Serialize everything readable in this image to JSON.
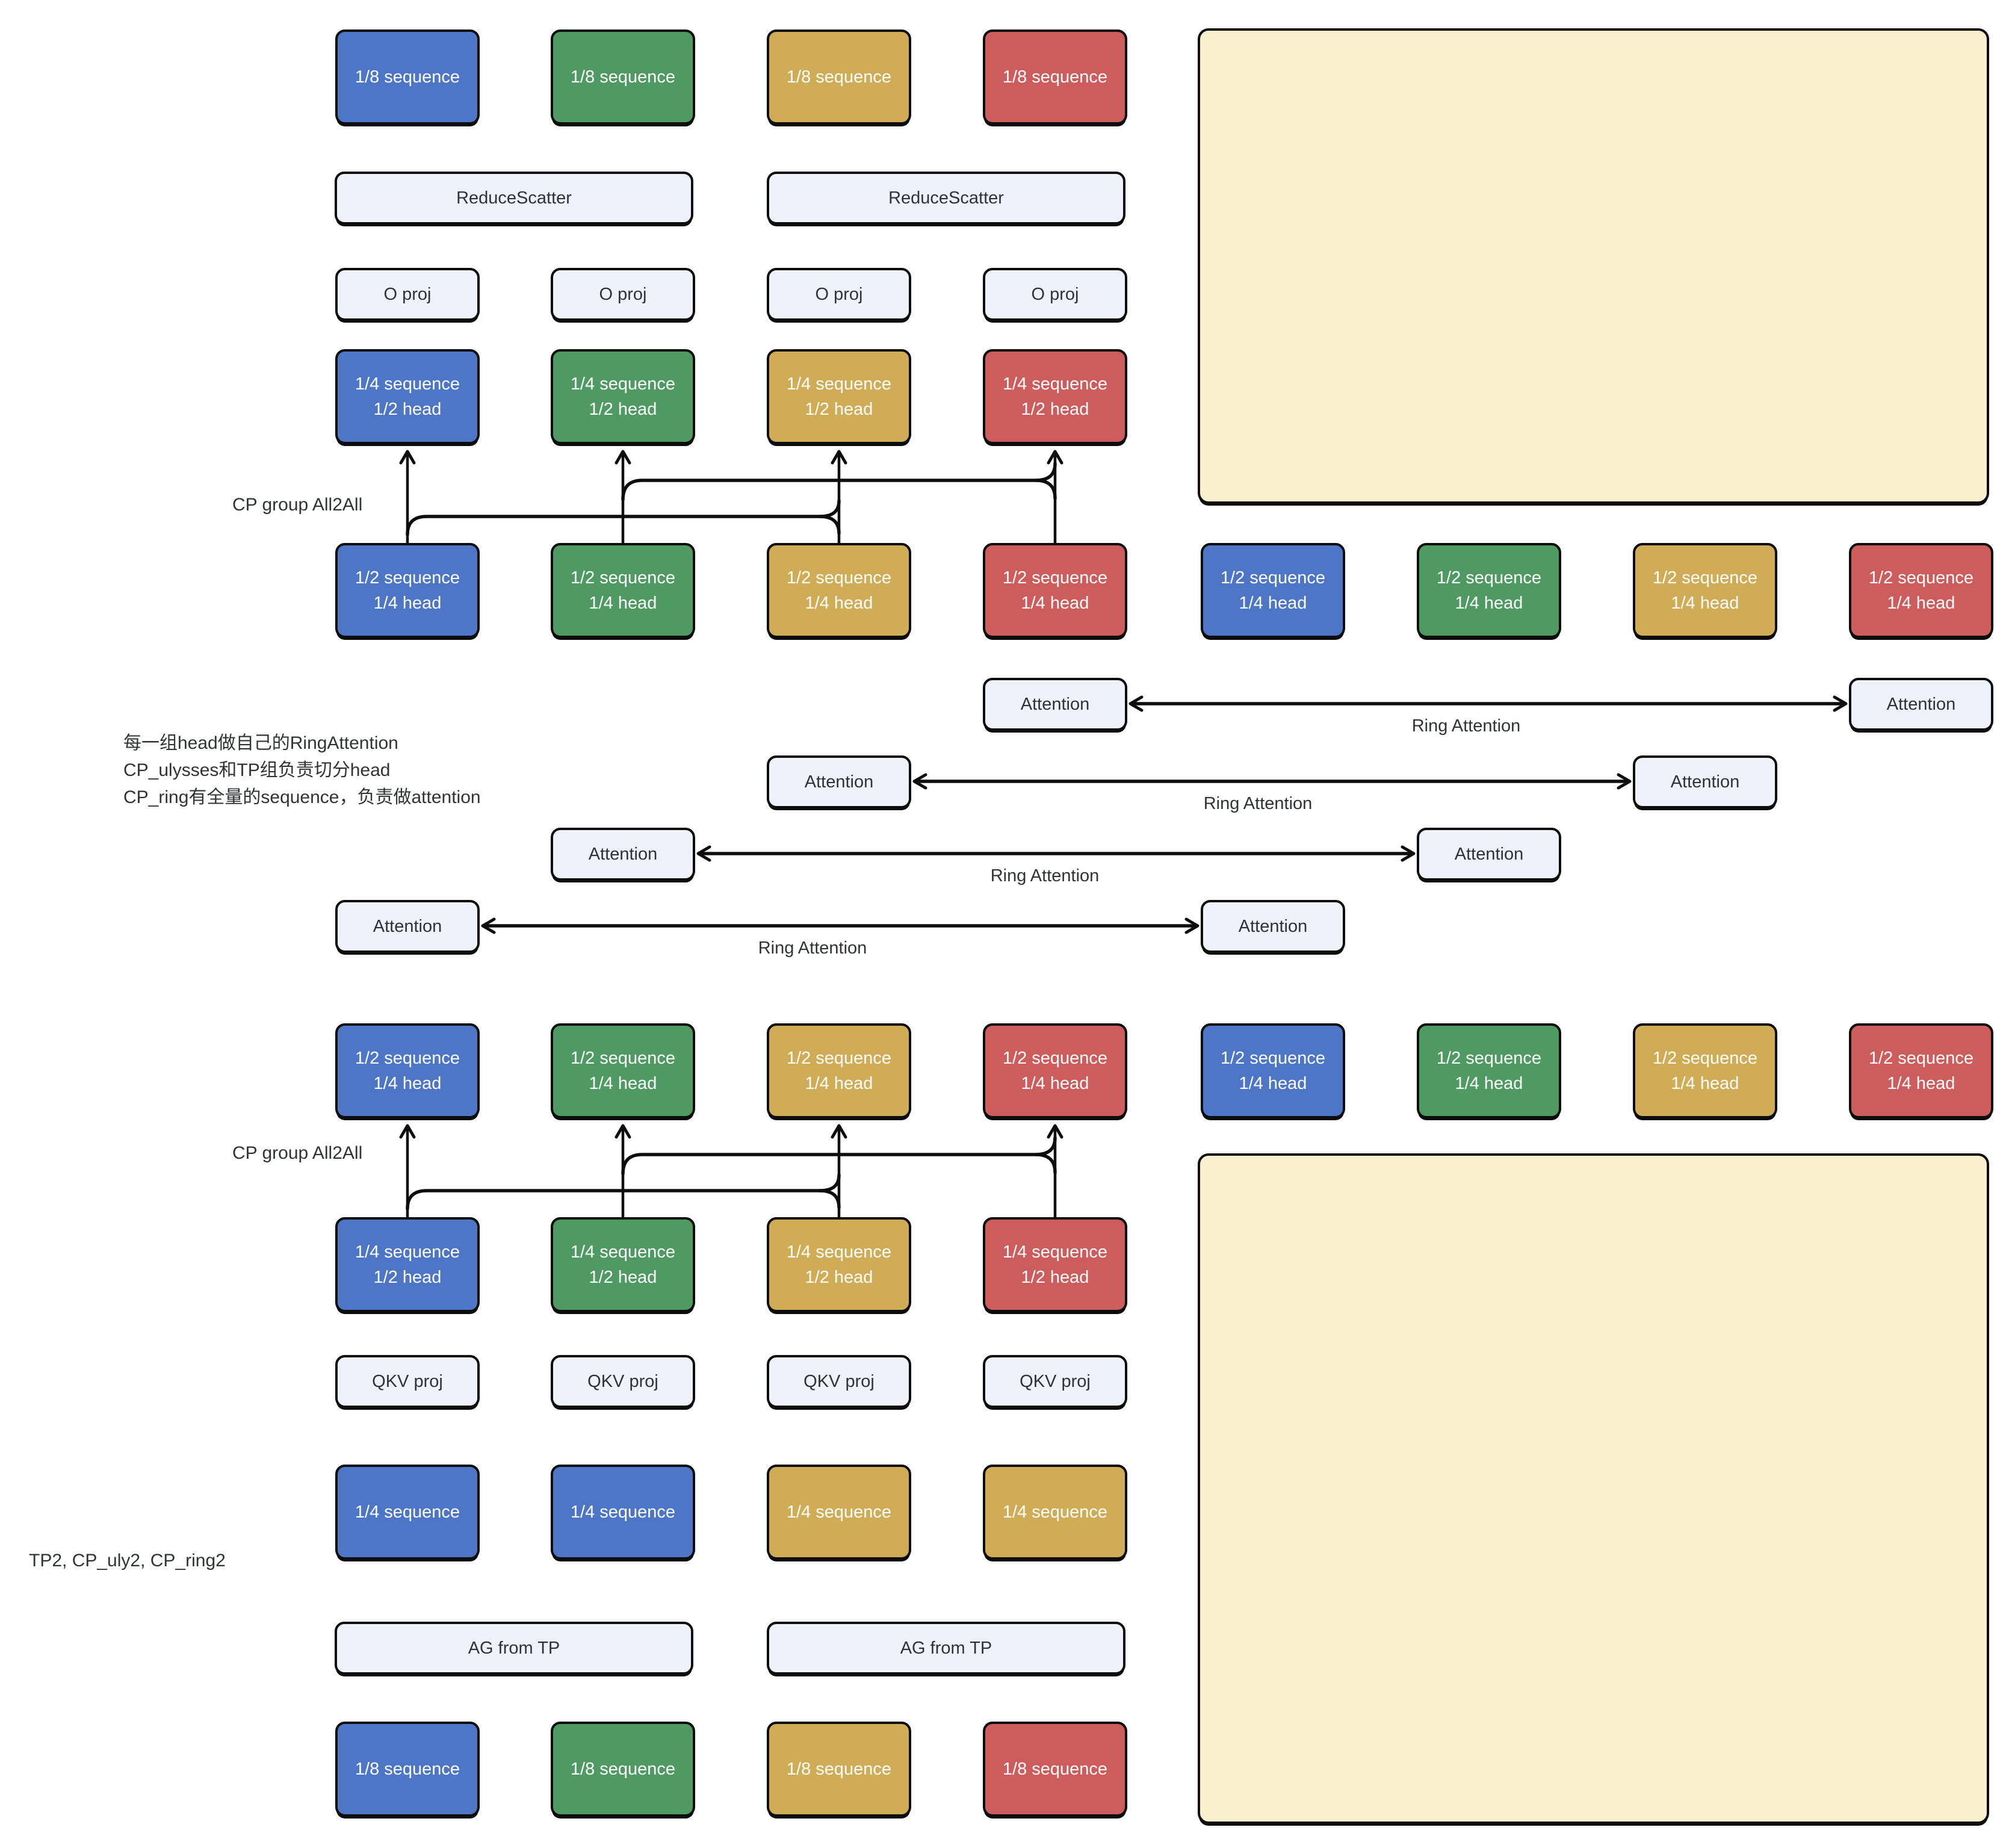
{
  "diagram": {
    "title": "TP + CP_ulysses + CP_ring attention parallelism diagram",
    "texts": {
      "eighth_seq": "1/8 sequence",
      "quarter_seq": "1/4 sequence",
      "half_seq": "1/2 sequence",
      "half_head": "1/2 head",
      "quarter_head": "1/4 head",
      "reduce_scatter": "ReduceScatter",
      "o_proj": "O proj",
      "attention": "Attention",
      "qkv_proj": "QKV proj",
      "ag_from_tp": "AG from TP",
      "ring_attention": "Ring Attention",
      "cp_group_all2all": "CP group All2All",
      "tp_config": "TP2, CP_uly2, CP_ring2",
      "note1": "每一组head做自己的RingAttention",
      "note2": "CP_ulysses和TP组负责切分head",
      "note3": "CP_ring有全量的sequence，负责做attention"
    },
    "colors": {
      "blue": "#4D76C6",
      "green": "#4F9A63",
      "gold": "#CFAC55",
      "red": "#CD5C5C",
      "light_box": "#EDF2FB",
      "cream_panel": "#FBF0CD",
      "line": "#0D0D0D"
    }
  }
}
